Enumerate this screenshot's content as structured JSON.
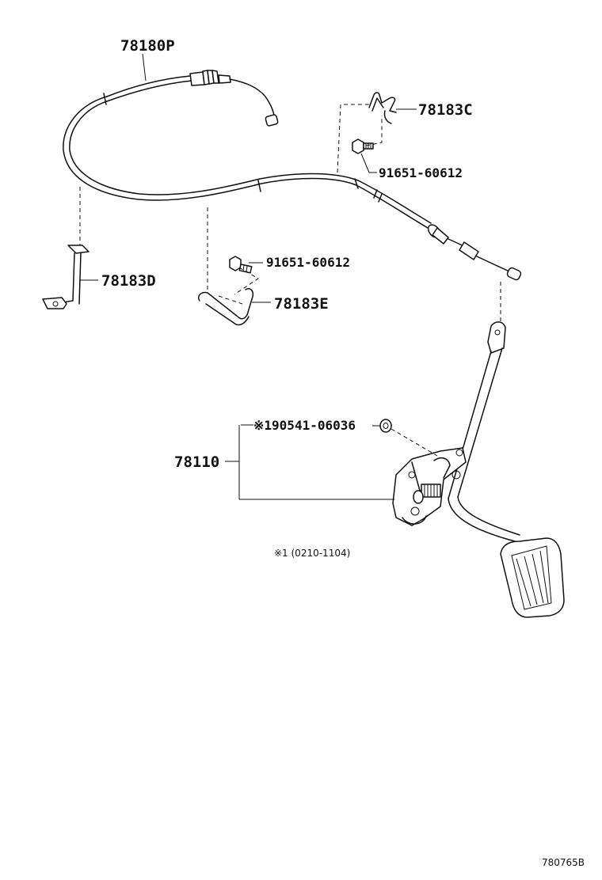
{
  "parts": {
    "cable": "78180P",
    "bracket_c": "78183C",
    "bolt_upper": "91651-60612",
    "bolt_lower": "91651-60612",
    "bracket_d": "78183D",
    "bracket_e": "78183E",
    "nut": "※190541-06036",
    "pedal_assy": "78110"
  },
  "note": "※1 (0210-1104)",
  "drawing_code": "780765B"
}
